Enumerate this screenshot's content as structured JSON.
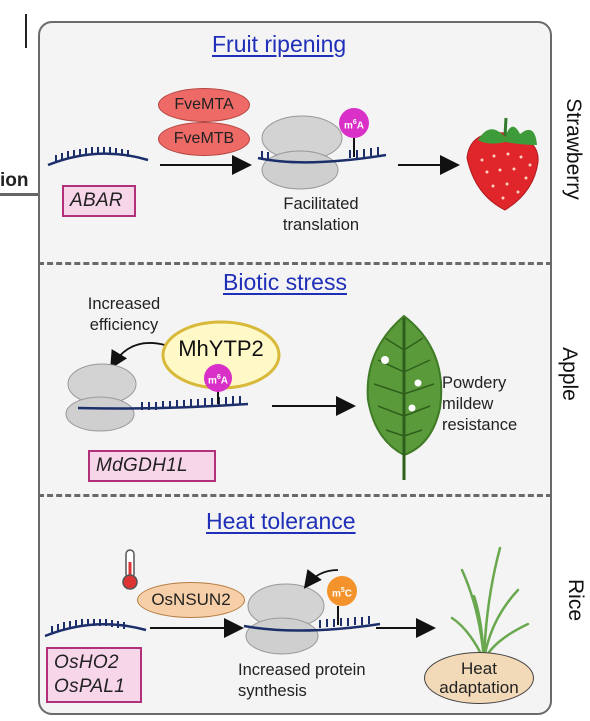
{
  "left_edge": {
    "label": "ion"
  },
  "panels": [
    {
      "title": "Fruit ripening",
      "side_label": "Strawberry",
      "gene": "ABAR",
      "enzymes": [
        "FveMTA",
        "FveMTB"
      ],
      "modification": "m6A",
      "caption": [
        "Facilitated",
        "translation"
      ],
      "outcome_icon": "strawberry-icon"
    },
    {
      "title": "Biotic stress",
      "side_label": "Apple",
      "gene": "MdGDH1L",
      "protein": "MhYTP2",
      "modification": "m6A",
      "note": [
        "Increased",
        "efficiency"
      ],
      "outcome": [
        "Powdery",
        "mildew",
        "resistance"
      ],
      "outcome_icon": "leaf-icon"
    },
    {
      "title": "Heat tolerance",
      "side_label": "Rice",
      "genes": [
        "OsHO2",
        "OsPAL1"
      ],
      "enzyme": "OsNSUN2",
      "modification": "m5C",
      "caption": [
        "Increased protein",
        "synthesis"
      ],
      "outcome": [
        "Heat",
        "adaptation"
      ],
      "stimulus_icon": "thermometer-icon",
      "outcome_icon": "rice-plant-icon"
    }
  ],
  "colors": {
    "title_blue": "#1f2fb8",
    "gene_box_fill": "#f8d6ea",
    "gene_box_border": "#b0307a",
    "enzyme_red": "#ee6a66",
    "m6A_magenta": "#d930c8",
    "m5C_orange": "#f4932c",
    "rna_navy": "#1c2f6b",
    "leaf_green": "#5a9a3a",
    "strawberry_red": "#e0262b",
    "heat_fill": "#f2d9b8"
  }
}
